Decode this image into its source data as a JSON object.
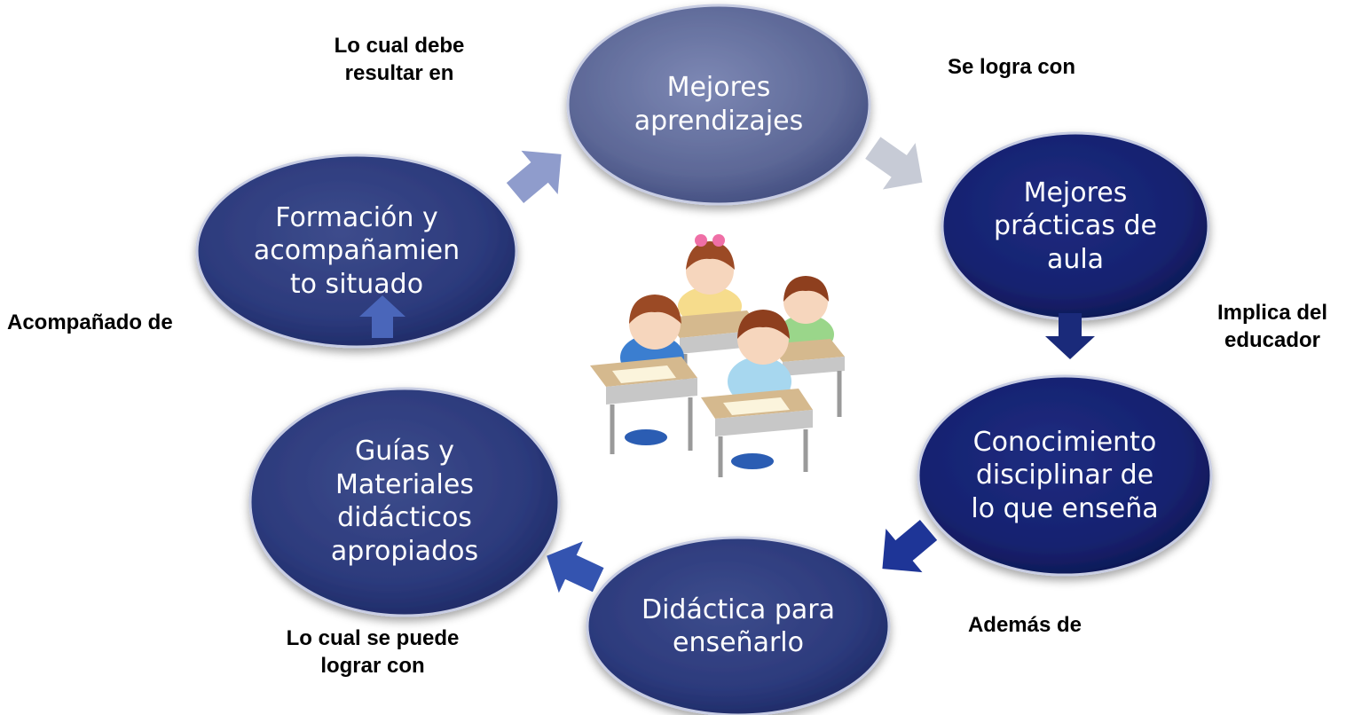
{
  "nodes": {
    "mejores_aprendizajes": "Mejores\naprendizajes",
    "mejores_practicas": "Mejores\nprácticas de\naula",
    "conocimiento": "Conocimiento\ndisciplinar de\nlo que enseña",
    "didactica": "Didáctica para\nenseñarlo",
    "guias": "Guías y\nMateriales\ndidácticos\napropiados",
    "formacion": "Formación y\nacompañamien\nto situado"
  },
  "connectors": {
    "resultar": "Lo cual debe\nresultar en",
    "se_logra": "Se logra con",
    "implica": "Implica del\neducador",
    "ademas": "Además de",
    "lograr": "Lo cual se puede\nlograr con",
    "acompanado": "Acompañado de"
  },
  "colors": {
    "node_light": "#8a94bd",
    "node_mid": "#5563a0",
    "node_dark": "#15206b",
    "arrow_gray": "#c7cbd6",
    "arrow_periwinkle": "#8f9ccc",
    "arrow_blue": "#2e4da5",
    "arrow_navy": "#1a2a7a"
  }
}
